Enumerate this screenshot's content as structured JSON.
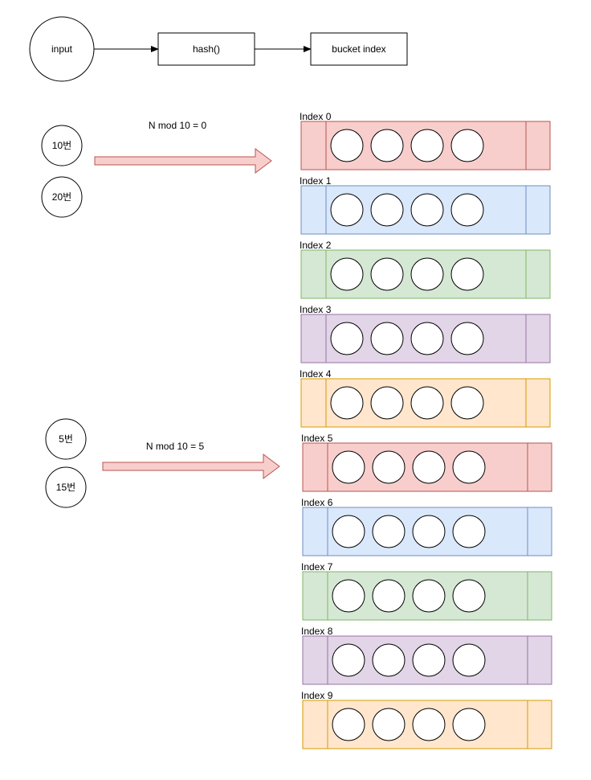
{
  "flow": {
    "input_label": "input",
    "hash_label": "hash()",
    "bucket_label": "bucket index"
  },
  "groups": [
    {
      "items": [
        "10번",
        "20번"
      ],
      "formula": "N mod 10 = 0"
    },
    {
      "items": [
        "5번",
        "15번"
      ],
      "formula": "N mod 10 = 5"
    }
  ],
  "buckets": [
    {
      "label": "Index 0",
      "slots": 4
    },
    {
      "label": "Index 1",
      "slots": 4
    },
    {
      "label": "Index 2",
      "slots": 4
    },
    {
      "label": "Index 3",
      "slots": 4
    },
    {
      "label": "Index 4",
      "slots": 4
    },
    {
      "label": "Index 5",
      "slots": 4
    },
    {
      "label": "Index 6",
      "slots": 4
    },
    {
      "label": "Index 7",
      "slots": 4
    },
    {
      "label": "Index 8",
      "slots": 4
    },
    {
      "label": "Index 9",
      "slots": 4
    }
  ],
  "colors": {
    "palette": [
      {
        "fill": "#f8cecc",
        "stroke": "#b85450"
      },
      {
        "fill": "#dae8fc",
        "stroke": "#6c8ebf"
      },
      {
        "fill": "#d5e8d4",
        "stroke": "#82b366"
      },
      {
        "fill": "#e1d5e7",
        "stroke": "#9673a6"
      },
      {
        "fill": "#ffe6cc",
        "stroke": "#d79b00"
      }
    ],
    "arrow_fill": "#f8cecc",
    "arrow_stroke": "#b85450"
  }
}
